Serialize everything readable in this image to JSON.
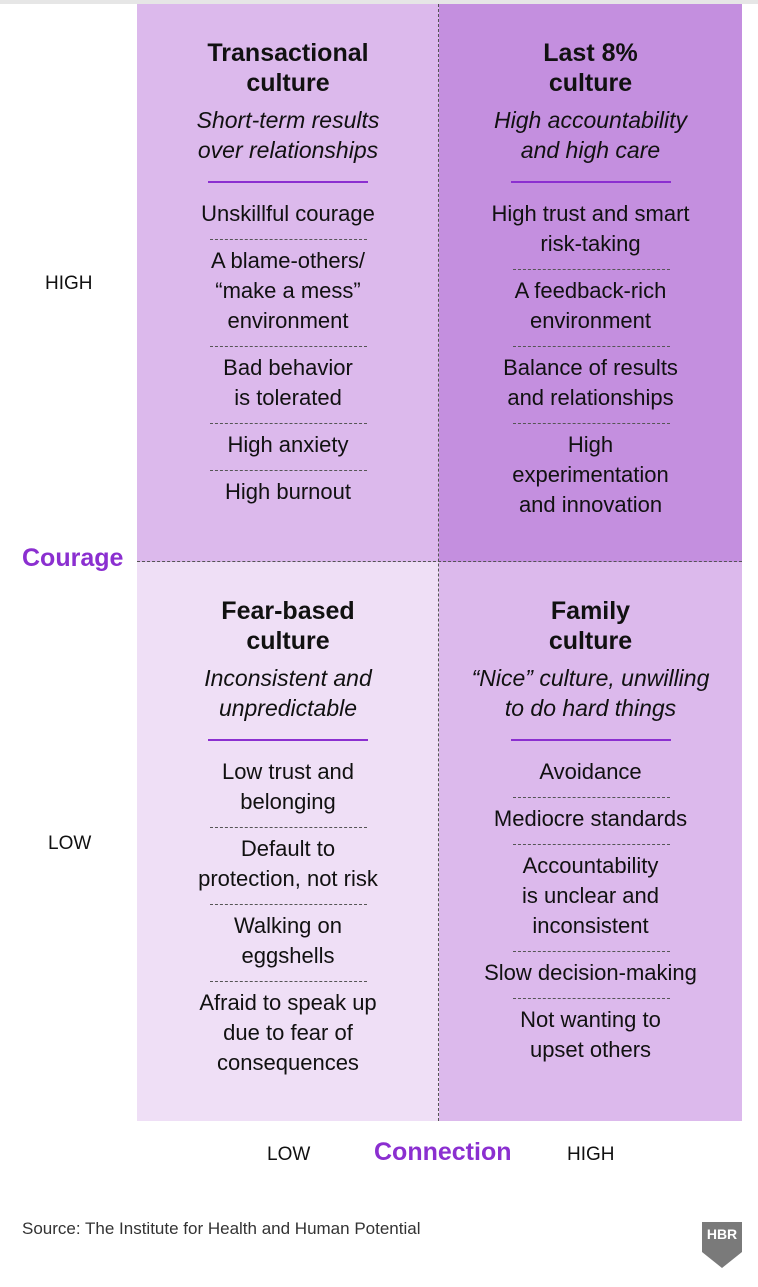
{
  "quadrants": {
    "top_left": {
      "title": "Transactional\nculture",
      "subtitle": "Short-term results\nover relationships",
      "items": [
        "Unskillful courage",
        "A blame-others/\n“make a mess”\nenvironment",
        "Bad behavior\nis tolerated",
        "High anxiety",
        "High burnout"
      ]
    },
    "top_right": {
      "title": "Last 8%\nculture",
      "subtitle": "High accountability\nand high care",
      "items": [
        "High trust and smart\nrisk-taking",
        "A feedback-rich\nenvironment",
        "Balance of results\nand relationships",
        "High\nexperimentation\nand innovation"
      ]
    },
    "bottom_left": {
      "title": "Fear-based\nculture",
      "subtitle": "Inconsistent and\nunpredictable",
      "items": [
        "Low trust and\nbelonging",
        "Default to\nprotection, not risk",
        "Walking on\neggshells",
        "Afraid to speak up\ndue to fear of\nconsequences"
      ]
    },
    "bottom_right": {
      "title": "Family\nculture",
      "subtitle": "“Nice” culture, unwilling\nto do hard things",
      "items": [
        "Avoidance",
        "Mediocre standards",
        "Accountability\nis unclear and\ninconsistent",
        "Slow decision-making",
        "Not wanting to\nupset others"
      ]
    }
  },
  "y_axis": {
    "label": "Courage",
    "high": "HIGH",
    "low": "LOW"
  },
  "x_axis": {
    "label": "Connection",
    "low": "LOW",
    "high": "HIGH"
  },
  "source": "Source: The Institute for Health and Human Potential",
  "logo": "HBR",
  "colors": {
    "accent": "#8b2fd0",
    "top_left": "#dcb9ec",
    "top_right": "#c48fdf",
    "bottom_left": "#efdff6",
    "bottom_right": "#dcb9ec"
  }
}
